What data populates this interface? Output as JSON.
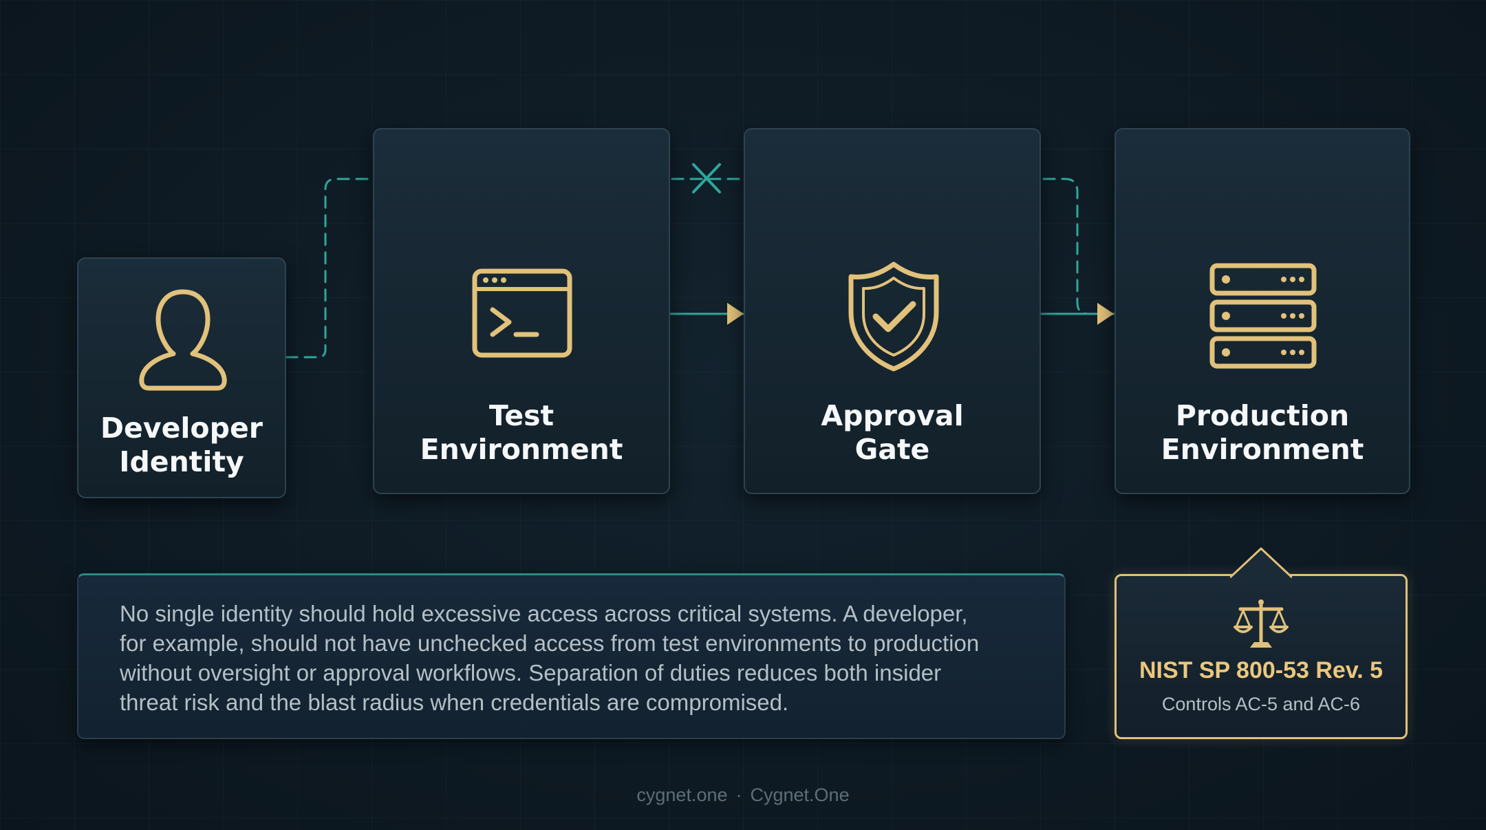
{
  "nodes": [
    {
      "id": "developer",
      "label_lines": [
        "Developer",
        "Identity"
      ],
      "icon": "user-icon"
    },
    {
      "id": "test",
      "label_lines": [
        "Test",
        "Environment"
      ],
      "icon": "terminal-window-icon"
    },
    {
      "id": "approval",
      "label_lines": [
        "Approval",
        "Gate"
      ],
      "icon": "shield-check-icon"
    },
    {
      "id": "production",
      "label_lines": [
        "Production",
        "Environment"
      ],
      "icon": "server-stack-icon"
    }
  ],
  "info": {
    "lines": [
      "No single identity should hold excessive access across critical systems. A developer,",
      "for example, should not have unchecked access from test environments to production",
      "without oversight or approval workflows. Separation of duties reduces both insider",
      "threat risk and the blast radius when credentials are compromised."
    ]
  },
  "callout": {
    "icon": "scales-icon",
    "title": "NIST SP 800-53 Rev. 5",
    "subtitle": "Controls AC-5 and AC-6"
  },
  "footer": {
    "domain": "cygnet.one",
    "separator": "·",
    "brand": "Cygnet.One"
  },
  "colors": {
    "accent_gold": "#e2c17a",
    "accent_teal": "#2fa79a",
    "background": "#0f1c26"
  }
}
